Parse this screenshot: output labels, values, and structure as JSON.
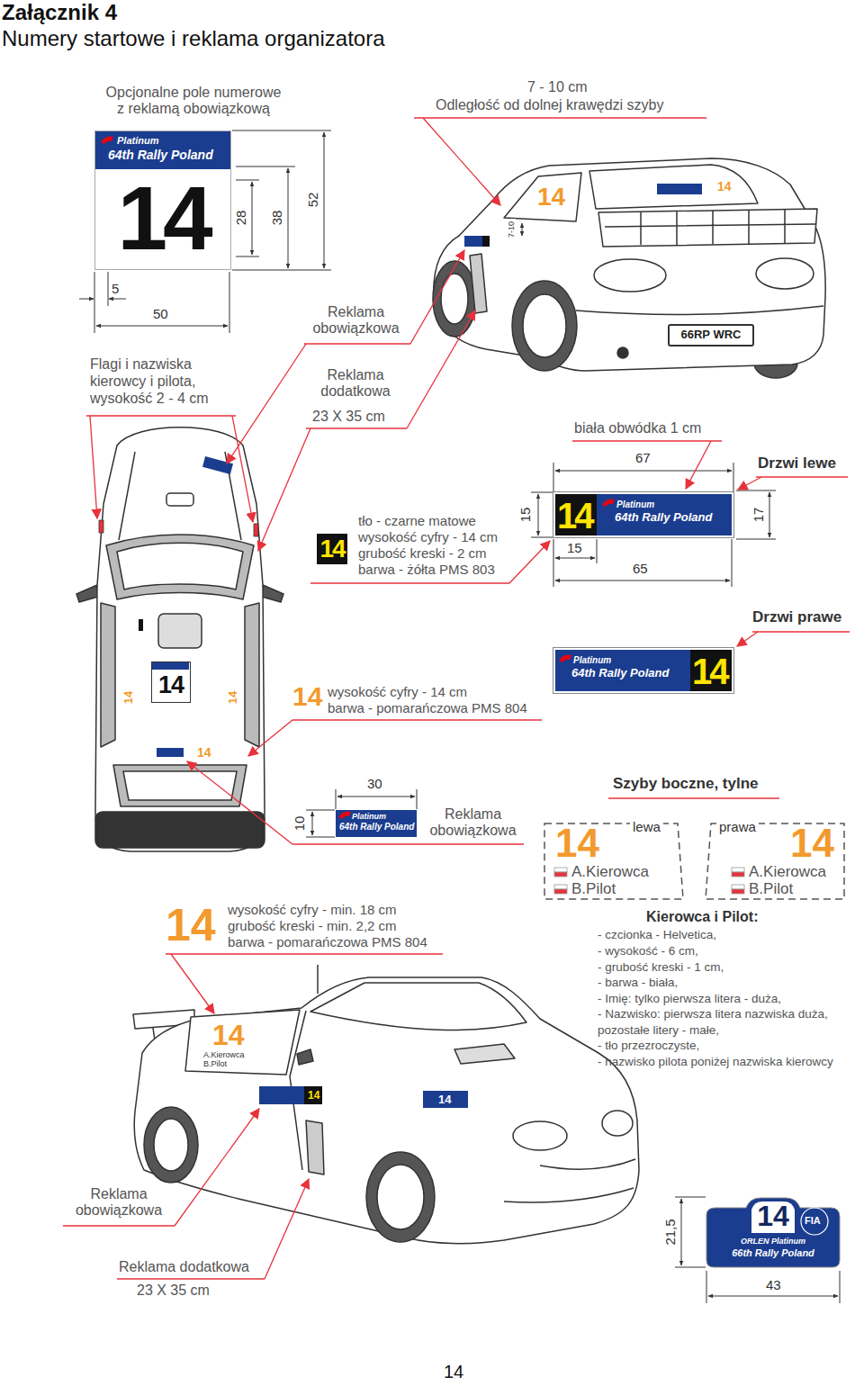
{
  "diagram": {
    "title": "Załącznik 4",
    "caption": "Numery startowe i reklama organizatora",
    "nodes": [
      {
        "text": [
          "Platinum",
          "64th Rally Poland",
          "14"
        ]
      },
      {
        "text": [
          "66RP WRC"
        ]
      },
      {
        "text": [
          "14",
          "Platinum",
          "64th Rally Poland"
        ]
      },
      {
        "text": [
          "14"
        ]
      },
      {
        "text": [
          "Platinum",
          "64th Rally Poland",
          "14"
        ]
      },
      {
        "text": [
          "14"
        ]
      },
      {
        "text": [
          "Platinum",
          "64th Rally Poland"
        ]
      },
      {
        "text": [
          "14",
          "A.Kierowca",
          "B.Pilot"
        ]
      },
      {
        "text": [
          "14",
          "A.Kierowca",
          "B.Pilot"
        ]
      },
      {
        "text": [
          "14",
          "FIA",
          "ORLEN Platinum",
          "66th Rally Poland"
        ]
      }
    ],
    "labels": [
      "Opcjonalne pole numerowe z reklamą obowiązkową",
      "7 - 10 cm",
      "Odległość od dolnej krawędzi szyby",
      "52",
      "38",
      "28",
      "5",
      "50",
      "7-10",
      "14",
      "14",
      "Reklama obowiązkowa",
      "Flagi i nazwiska kierowcy i pilota, wysokość 2 - 4 cm",
      "Reklama dodatkowa",
      "23 X 35 cm",
      "biała obwódka 1 cm",
      "67",
      "Drzwi lewe",
      "15",
      "17",
      "15",
      "65",
      "tło - czarne matowe",
      "wysokość cyfry - 14 cm",
      "grubość kreski - 2 cm",
      "barwa - żółta PMS 803",
      "Drzwi prawe",
      "14",
      "wysokość cyfry - 14 cm",
      "barwa - pomarańczowa PMS 804",
      "14",
      "30",
      "10",
      "Reklama obowiązkowa",
      "Szyby boczne, tylne",
      "lewa",
      "prawa",
      "Kierowca i Pilot:",
      "- czcionka - Helvetica,",
      "- wysokość - 6 cm,",
      "- grubość kreski - 1 cm,",
      "- barwa - biała,",
      "- Imię: tylko pierwsza litera - duża,",
      "- Nazwisko: pierwsza litera nazwiska duża, pozostałe litery - małe,",
      "- tło przezroczyste,",
      "- nazwisko pilota poniżej nazwiska kierowcy",
      "14",
      "wysokość cyfry - min. 18 cm",
      "grubość kreski - min. 2,2 cm",
      "barwa - pomarańczowa PMS 804",
      "14",
      "A.Kierowca",
      "B.Pilot",
      "14",
      "14",
      "Reklama obowiązkowa",
      "Reklama dodatkowa",
      "23 X 35 cm",
      "21,5",
      "43",
      "14",
      "14",
      "14"
    ]
  }
}
